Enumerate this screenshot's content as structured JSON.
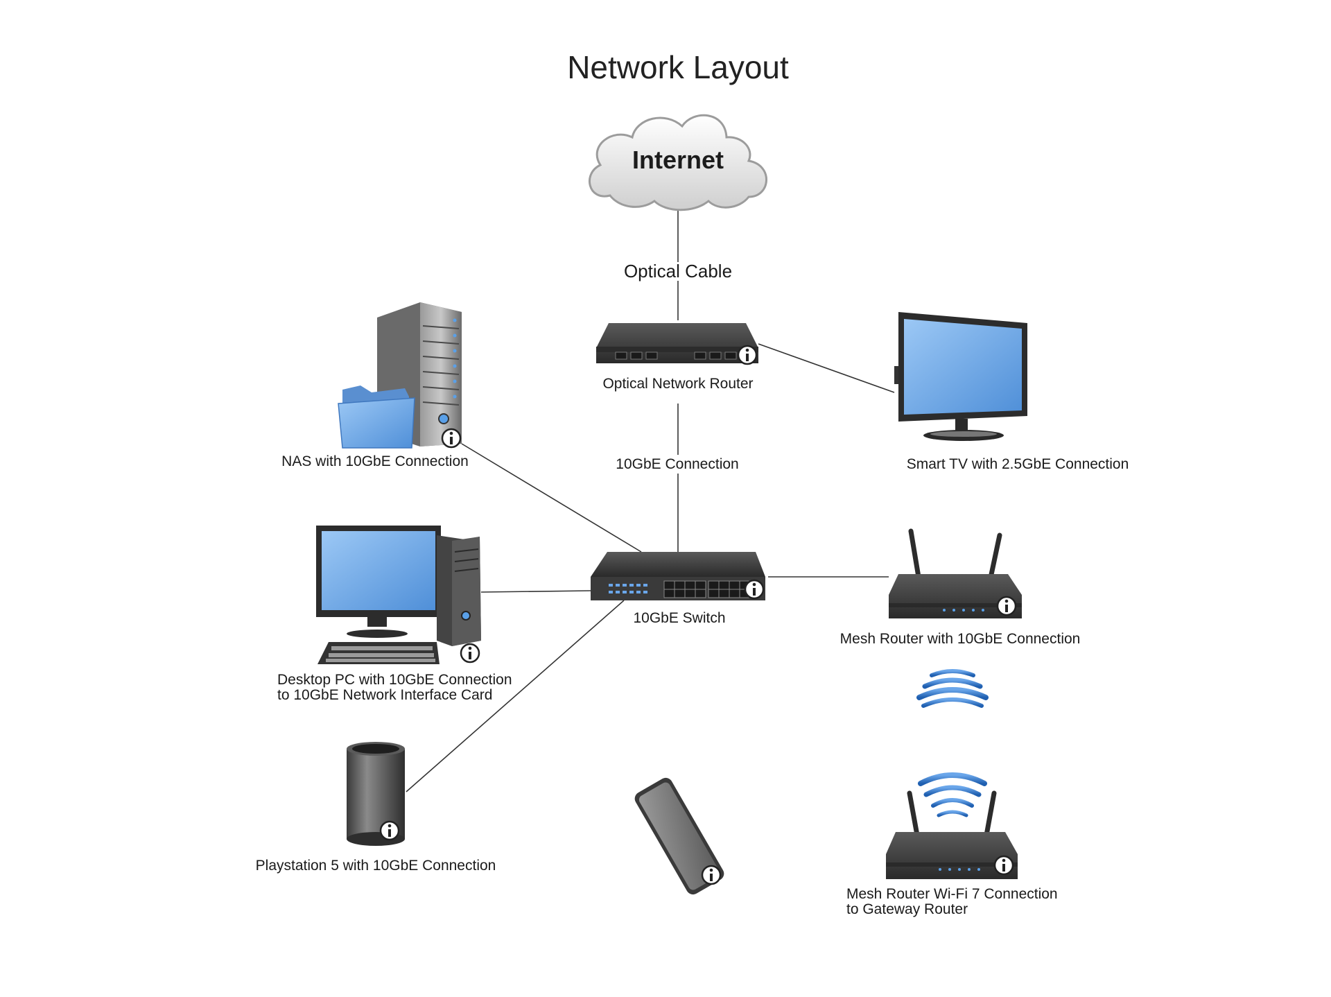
{
  "title": "Network Layout",
  "internet": "Internet",
  "links": {
    "optical_cable": "Optical Cable",
    "router_to_switch": "10GbE Connection"
  },
  "devices": {
    "optical_router": "Optical Network Router",
    "smart_tv": "Smart TV with 2.5GbE Connection",
    "nas": "NAS with 10GbE Connection",
    "switch": "10GbE Switch",
    "desktop_pc": [
      "Desktop PC with 10GbE Connection",
      "to 10GbE Network Interface Card"
    ],
    "mesh_router": "Mesh Router with 10GbE Connection",
    "playstation": "Playstation 5 with 10GbE Connection",
    "mesh_router_wifi": [
      "Mesh Router Wi-Fi 7 Connection",
      "to Gateway Router"
    ]
  },
  "colors": {
    "device_dark": "#3c3c3c",
    "screen_blue": "#6ea8e8",
    "folder_blue": "#7aaee8",
    "wifi_blue": "#3d7fd1",
    "line": "#333333"
  },
  "icons": [
    "cloud-icon",
    "router-icon",
    "tv-icon",
    "server-icon",
    "folder-icon",
    "switch-icon",
    "desktop-icon",
    "keyboard-icon",
    "wireless-router-icon",
    "wifi-icon",
    "console-icon",
    "smartphone-icon",
    "info-icon"
  ]
}
